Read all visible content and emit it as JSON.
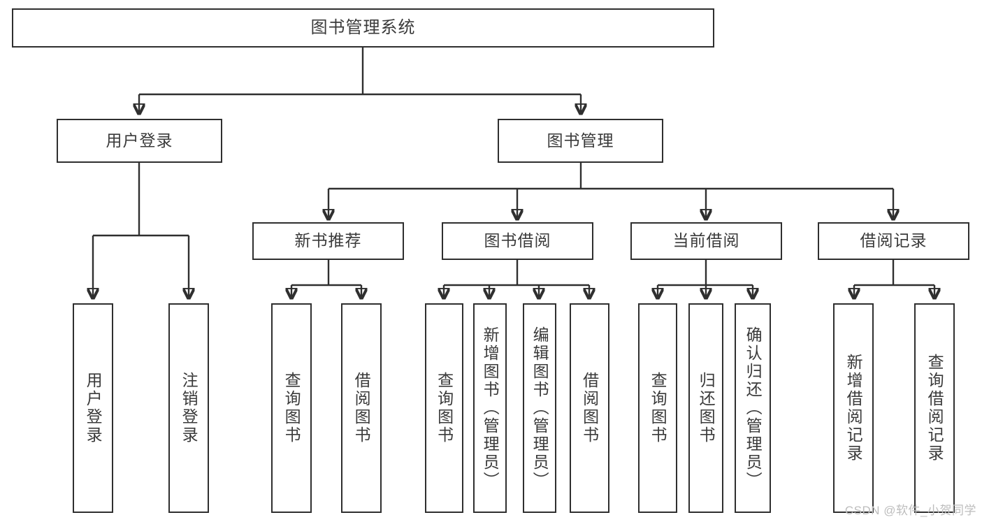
{
  "diagram": {
    "title": "图书管理系统",
    "type": "tree",
    "colors": {
      "stroke": "#2f2f2f",
      "text": "#3a3a3a",
      "background": "#ffffff",
      "watermark": "#bdbdbd"
    },
    "root": {
      "label": "图书管理系统"
    },
    "level2": [
      {
        "id": "user-login",
        "label": "用户登录"
      },
      {
        "id": "book-manage",
        "label": "图书管理"
      }
    ],
    "level3": [
      {
        "id": "new-book-recommend",
        "label": "新书推荐",
        "parent": "book-manage"
      },
      {
        "id": "book-borrow",
        "label": "图书借阅",
        "parent": "book-manage"
      },
      {
        "id": "current-borrow",
        "label": "当前借阅",
        "parent": "book-manage"
      },
      {
        "id": "borrow-record",
        "label": "借阅记录",
        "parent": "book-manage"
      }
    ],
    "leaves": {
      "user_login": [
        {
          "id": "leaf-user-login",
          "label": "用户登录"
        },
        {
          "id": "leaf-logout",
          "label": "注销登录"
        }
      ],
      "new_book_recommend": [
        {
          "id": "leaf-query-book-1",
          "label": "查询图书"
        },
        {
          "id": "leaf-borrow-book-1",
          "label": "借阅图书"
        }
      ],
      "book_borrow": [
        {
          "id": "leaf-query-book-2",
          "label": "查询图书"
        },
        {
          "id": "leaf-add-book",
          "label": "新增图书（管理员）"
        },
        {
          "id": "leaf-edit-book",
          "label": "编辑图书（管理员）"
        },
        {
          "id": "leaf-borrow-book-2",
          "label": "借阅图书"
        }
      ],
      "current_borrow": [
        {
          "id": "leaf-query-book-3",
          "label": "查询图书"
        },
        {
          "id": "leaf-return-book",
          "label": "归还图书"
        },
        {
          "id": "leaf-confirm-return",
          "label": "确认归还（管理员）"
        }
      ],
      "borrow_record": [
        {
          "id": "leaf-add-record",
          "label": "新增借阅记录"
        },
        {
          "id": "leaf-query-record",
          "label": "查询借阅记录"
        }
      ]
    }
  },
  "watermark": {
    "text": "CSDN @软件_小贺同学"
  }
}
